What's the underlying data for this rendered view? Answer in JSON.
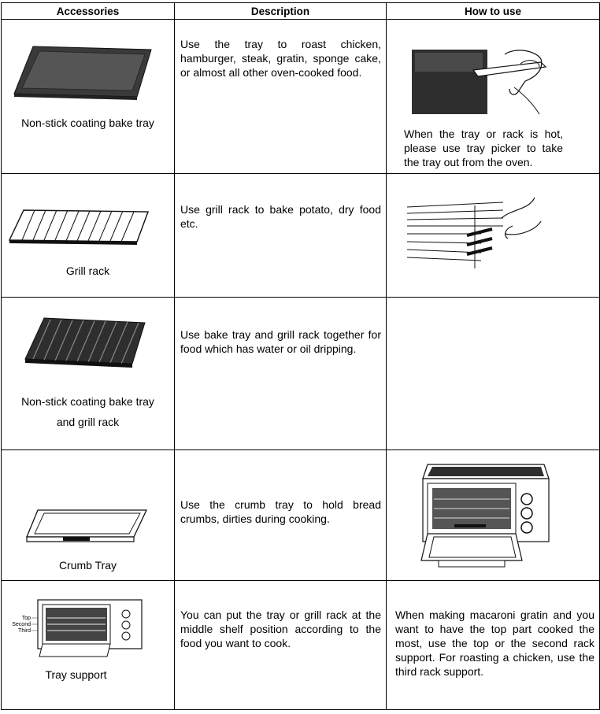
{
  "headers": {
    "accessories": "Accessories",
    "description": "Description",
    "how_to_use": "How to use"
  },
  "rows": [
    {
      "accessory": "Non-stick coating bake tray",
      "description": "Use the tray to roast chicken, hamburger, steak, gratin, sponge cake, or almost all other oven-cooked food.",
      "how_to_use": "When the tray or rack is hot, please use tray picker to take the tray out from the oven."
    },
    {
      "accessory": "Grill rack",
      "description": "Use grill rack to bake potato, dry food etc.",
      "how_to_use": ""
    },
    {
      "accessory_line1": "Non-stick coating bake tray",
      "accessory_line2": "and grill rack",
      "description": "Use bake tray and grill rack together for food which has water or oil dripping.",
      "how_to_use": ""
    },
    {
      "accessory": "Crumb Tray",
      "description": "Use the crumb tray to hold bread crumbs, dirties during cooking.",
      "how_to_use": ""
    },
    {
      "accessory": "Tray support",
      "shelf_labels": {
        "top": "Top",
        "second": "Second",
        "third": "Third"
      },
      "description": "You can put the tray or grill rack at the middle shelf position according to the food you want to cook.",
      "how_to_use": "When making macaroni gratin and you want to have the top part cooked the most, use the top or the second rack support. For roasting a chicken, use the third rack support."
    }
  ]
}
